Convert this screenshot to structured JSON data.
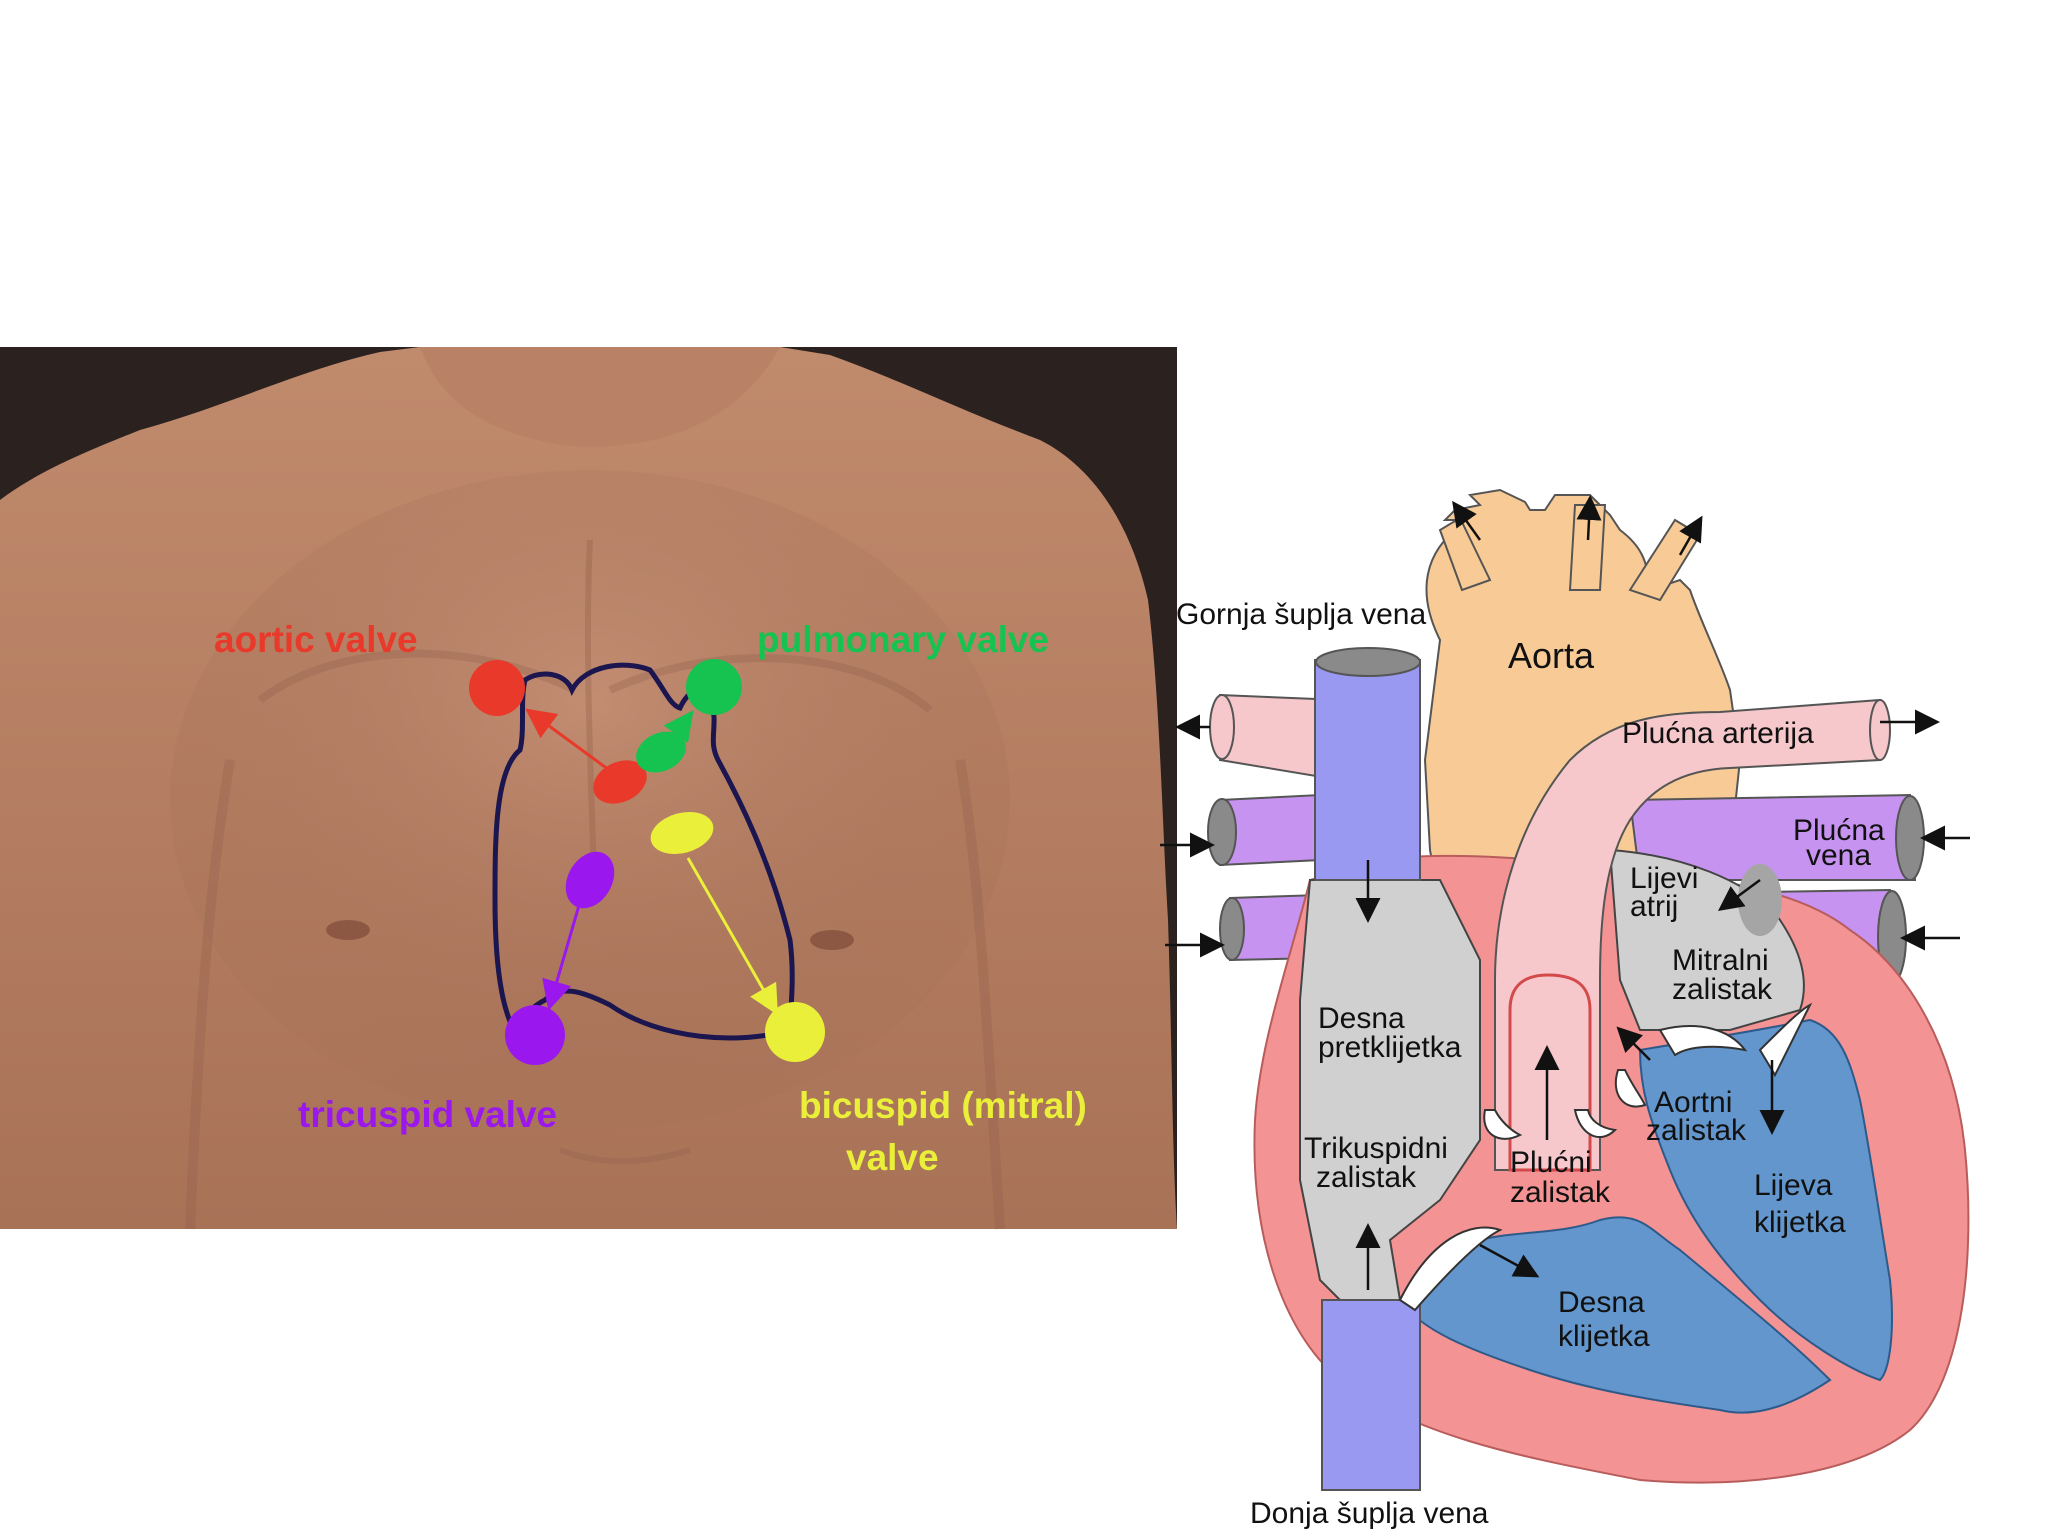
{
  "chest_panel": {
    "labels": {
      "aortic": "aortic valve",
      "pulmonary": "pulmonary valve",
      "tricuspid": "tricuspid valve",
      "bicuspid_line1": "bicuspid (mitral)",
      "bicuspid_line2": "valve"
    },
    "colors": {
      "aortic": "#e8392a",
      "pulmonary": "#16c250",
      "tricuspid": "#9a18ee",
      "bicuspid": "#eaf03a",
      "outline": "#1c1650",
      "background": "#2b2220"
    }
  },
  "heart_panel": {
    "labels": {
      "gornja": "Gornja šuplja vena",
      "aorta": "Aorta",
      "plucna_arterija": "Plućna arterija",
      "plucna_vena_1": "Plućna",
      "plucna_vena_2": "vena",
      "lijevi_atrij_1": "Lijevi",
      "lijevi_atrij_2": "atrij",
      "mitralni_1": "Mitralni",
      "mitralni_2": "zalistak",
      "desna_pk_1": "Desna",
      "desna_pk_2": "pretklijetka",
      "aortni_1": "Aortni",
      "aortni_2": "zalistak",
      "trikuspidni_1": "Trikuspidni",
      "trikuspidni_2": "zalistak",
      "plucni_1": "Plućni",
      "plucni_2": "zalistak",
      "lijeva_klijetka_1": "Lijeva",
      "lijeva_klijetka_2": "klijetka",
      "desna_klijetka_1": "Desna",
      "desna_klijetka_2": "klijetka",
      "donja": "Donja šuplja vena"
    },
    "colors": {
      "vena_cava": "#9999f2",
      "aorta": "#f8cb96",
      "pulmonary_artery": "#f6c7cb",
      "pulmonary_vein": "#c793f0",
      "myocardium": "#f39393",
      "chamber_blue": "#6296cc",
      "atrium_grey": "#d0d0d0"
    }
  }
}
